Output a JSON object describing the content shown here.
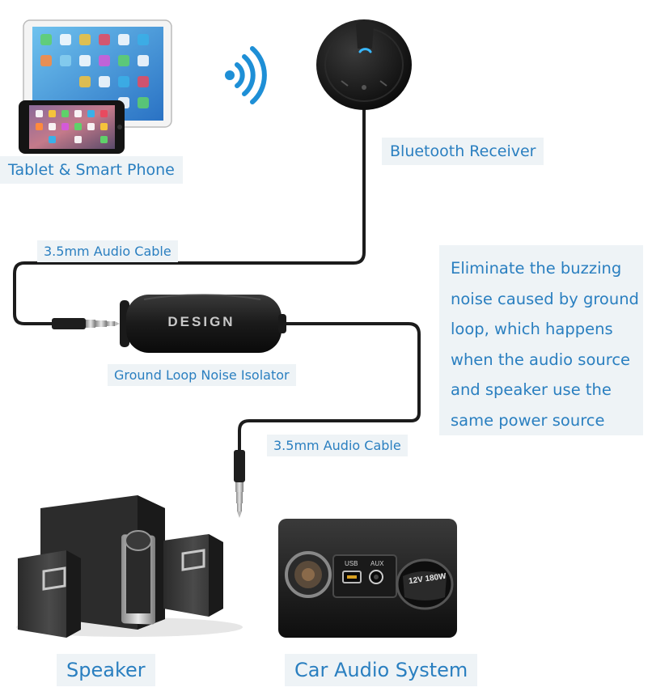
{
  "labels": {
    "tablet_phone": "Tablet & Smart Phone",
    "bluetooth_receiver": "Bluetooth Receiver",
    "cable_top": "3.5mm Audio Cable",
    "isolator": "Ground Loop Noise Isolator",
    "cable_bottom": "3.5mm Audio Cable",
    "speaker": "Speaker",
    "car_audio": "Car Audio System"
  },
  "description": {
    "lines": [
      "Eliminate the buzzing",
      "noise caused by ground",
      "loop, which happens",
      "when the audio source",
      "and speaker use the",
      "same power source"
    ]
  },
  "device": {
    "brand": "DESIGN",
    "usb_label": "USB",
    "aux_label": "AUX",
    "voltage_label": "12V 180W"
  },
  "icons": [
    "tablet-icon",
    "smartphone-icon",
    "wireless-signal-icon",
    "bluetooth-receiver-icon",
    "audio-jack-icon",
    "noise-isolator-icon",
    "speaker-icon",
    "car-console-icon"
  ],
  "colors": {
    "label_text": "#2a7fc0",
    "label_bg": "#eef3f6",
    "signal": "#1e8fd6",
    "device_dark": "#1a1a1a"
  }
}
